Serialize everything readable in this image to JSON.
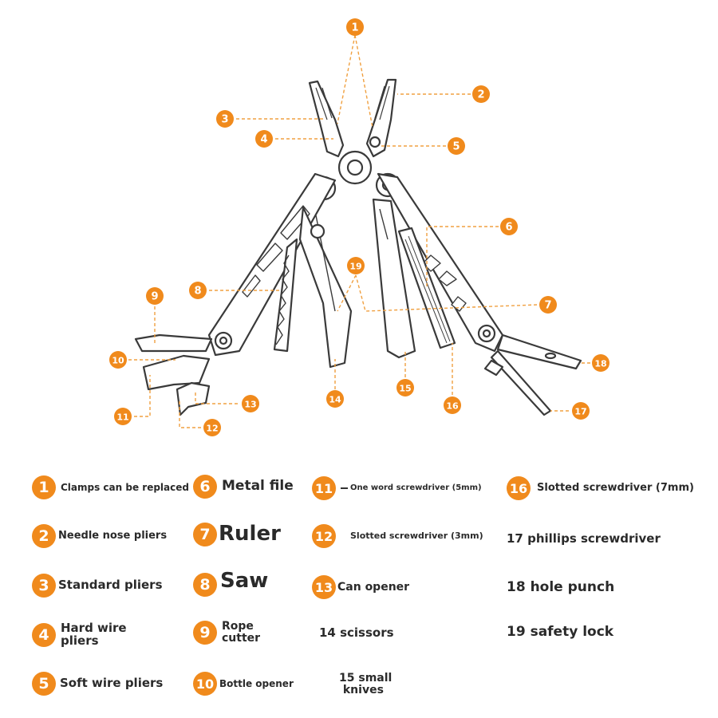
{
  "callouts": [
    {
      "n": "1"
    },
    {
      "n": "2"
    },
    {
      "n": "3"
    },
    {
      "n": "4"
    },
    {
      "n": "5"
    },
    {
      "n": "6"
    },
    {
      "n": "7"
    },
    {
      "n": "8"
    },
    {
      "n": "9"
    },
    {
      "n": "10"
    },
    {
      "n": "11"
    },
    {
      "n": "12"
    },
    {
      "n": "13"
    },
    {
      "n": "14"
    },
    {
      "n": "15"
    },
    {
      "n": "16"
    },
    {
      "n": "17"
    },
    {
      "n": "18"
    },
    {
      "n": "19"
    }
  ],
  "legend": {
    "col1": [
      {
        "n": "1",
        "label": "Clamps can be replaced"
      },
      {
        "n": "2",
        "label": "Needle nose pliers"
      },
      {
        "n": "3",
        "label": "Standard pliers"
      },
      {
        "n": "4",
        "label": "Hard wire\npliers"
      },
      {
        "n": "5",
        "label": "Soft wire pliers"
      }
    ],
    "col2": [
      {
        "n": "6",
        "label": "Metal file"
      },
      {
        "n": "7",
        "label": "Ruler"
      },
      {
        "n": "8",
        "label": "Saw"
      },
      {
        "n": "9",
        "label": "Rope\ncutter"
      },
      {
        "n": "10",
        "label": "Bottle opener"
      }
    ],
    "col3": [
      {
        "n": "11",
        "label": "One word screwdriver (5mm)"
      },
      {
        "n": "12",
        "label": "Slotted screwdriver (3mm)"
      },
      {
        "n": "13",
        "label": "Can opener"
      },
      {
        "label": "14 scissors"
      },
      {
        "label": "15 small\n knives"
      }
    ],
    "col4": [
      {
        "n": "16",
        "label": "Slotted screwdriver (7mm)"
      },
      {
        "label": "17 phillips screwdriver"
      },
      {
        "label": "18 hole punch"
      },
      {
        "label": "19 safety lock"
      }
    ]
  },
  "colors": {
    "accent": "#f08a1c",
    "tool_stroke": "#3a3a3a",
    "leader": "#f0a040"
  }
}
